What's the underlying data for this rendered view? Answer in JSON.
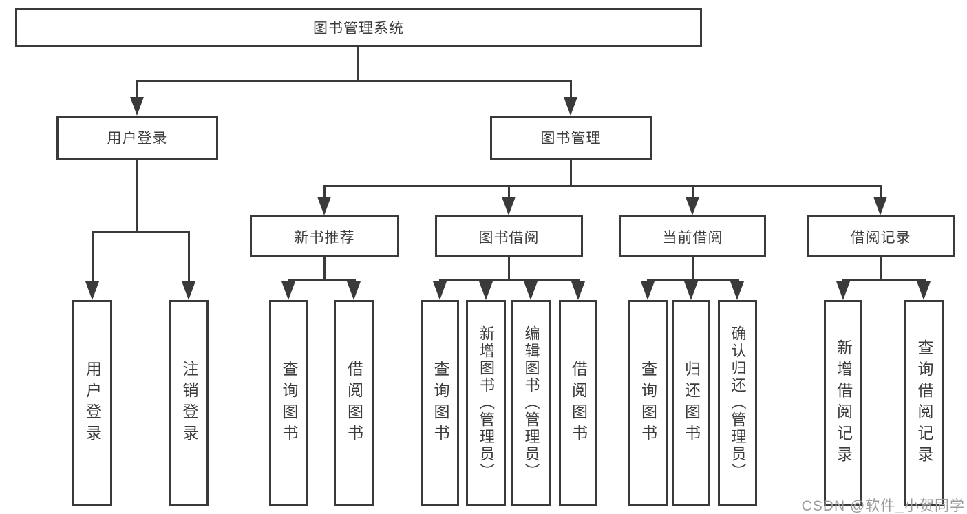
{
  "diagram_type": "hierarchy-tree",
  "colors": {
    "line": "#3a3a3a",
    "box_border": "#3a3a3a",
    "text": "#3c3c3c",
    "background": "#ffffff",
    "watermark": "#9b9b9b"
  },
  "watermark": "CSDN @软件_小贺同学",
  "tree": {
    "label": "图书管理系统",
    "children": [
      {
        "label": "用户登录",
        "children": [
          {
            "label": "用户登录"
          },
          {
            "label": "注销登录"
          }
        ]
      },
      {
        "label": "图书管理",
        "children": [
          {
            "label": "新书推荐",
            "children": [
              {
                "label": "查询图书"
              },
              {
                "label": "借阅图书"
              }
            ]
          },
          {
            "label": "图书借阅",
            "children": [
              {
                "label": "查询图书"
              },
              {
                "label": "新增图书（管理员）"
              },
              {
                "label": "编辑图书（管理员）"
              },
              {
                "label": "借阅图书"
              }
            ]
          },
          {
            "label": "当前借阅",
            "children": [
              {
                "label": "查询图书"
              },
              {
                "label": "归还图书"
              },
              {
                "label": "确认归还（管理员）"
              }
            ]
          },
          {
            "label": "借阅记录",
            "children": [
              {
                "label": "新增借阅记录"
              },
              {
                "label": "查询借阅记录"
              }
            ]
          }
        ]
      }
    ]
  }
}
